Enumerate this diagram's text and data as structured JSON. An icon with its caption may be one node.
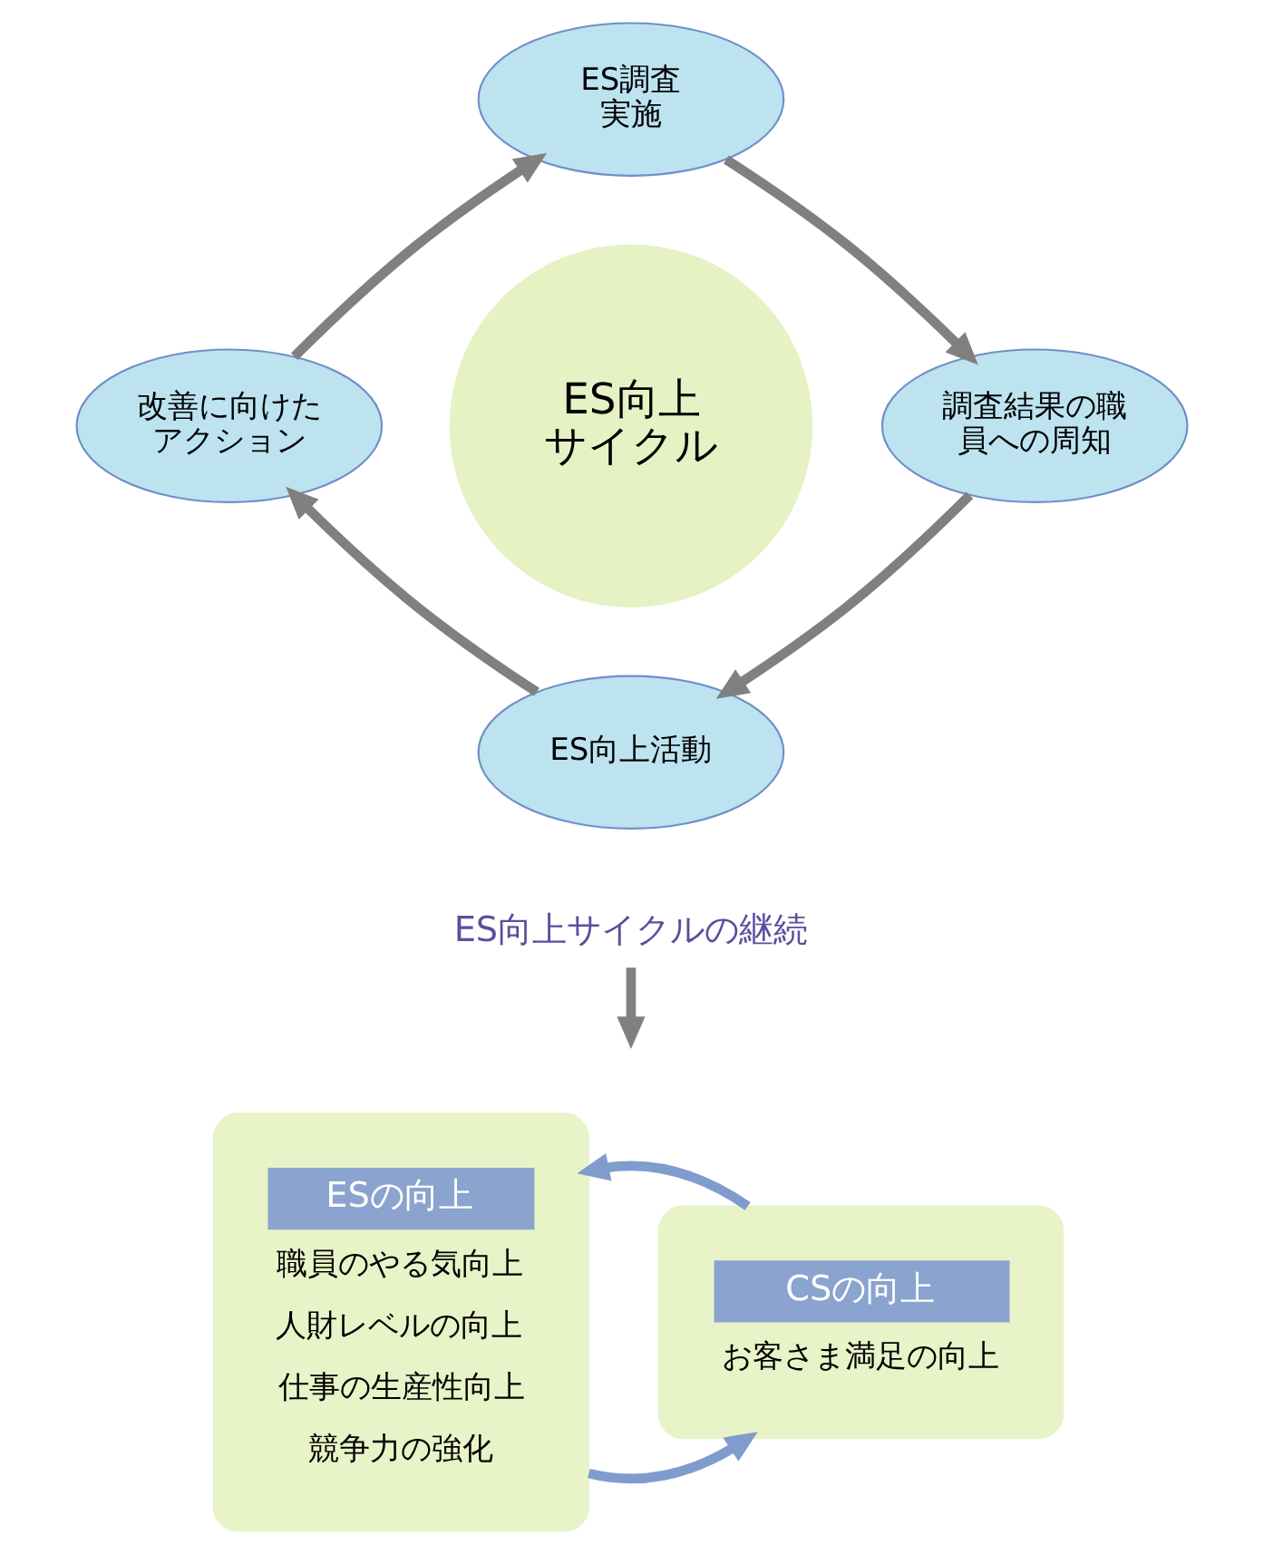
{
  "diagram": {
    "nodes": [
      {
        "text": [
          "ES向上サイクル"
        ]
      },
      {
        "text": [
          "ES調査実施"
        ]
      },
      {
        "text": [
          "調査結果の職員への周知"
        ]
      },
      {
        "text": [
          "ES向上活動"
        ]
      },
      {
        "text": [
          "改善に向けたアクション"
        ]
      },
      {
        "text": [
          "ES向上サイクルの継続"
        ]
      },
      {
        "text": [
          "ESの向上",
          "職員のやる気向上",
          "人財レベルの向上",
          "仕事の生産性向上",
          "競争力の強化"
        ]
      },
      {
        "text": [
          "CSの向上",
          "お客さま満足の向上"
        ]
      }
    ],
    "edges": [
      {
        "from": 1,
        "to": 2,
        "arrow": "to"
      },
      {
        "from": 2,
        "to": 3,
        "arrow": "to"
      },
      {
        "from": 3,
        "to": 4,
        "arrow": "to"
      },
      {
        "from": 4,
        "to": 1,
        "arrow": "to"
      },
      {
        "from": 5,
        "to": null,
        "arrow": "to"
      },
      {
        "from": 6,
        "to": 7,
        "arrow": "to",
        "color": "#7f9ccc"
      },
      {
        "from": 7,
        "to": 6,
        "arrow": "to",
        "color": "#7f9ccc"
      }
    ]
  }
}
